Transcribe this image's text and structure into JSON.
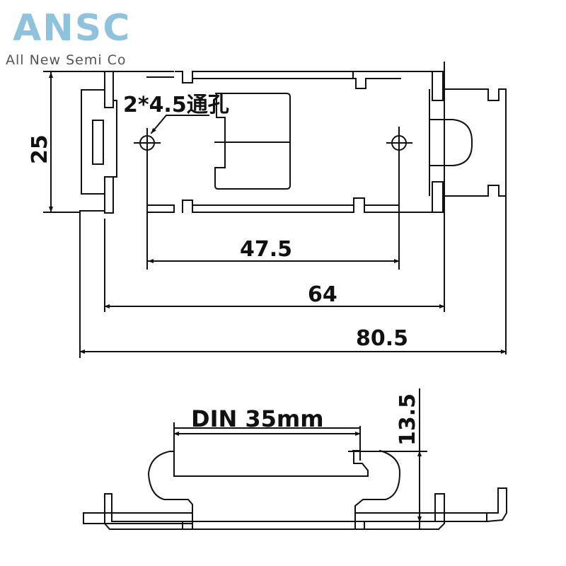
{
  "logo": {
    "mark": "ANSC",
    "company": "All New Semi Co",
    "color": "#8ec2dd"
  },
  "top_view": {
    "hole_callout": "2*4.5通孔",
    "dim_height": "25",
    "dim_hole_spacing": "47.5",
    "dim_body_width": "64",
    "dim_overall_width": "80.5"
  },
  "side_view": {
    "dim_rail": "DIN 35mm",
    "dim_height": "13.5"
  },
  "colors": {
    "line": "#111111",
    "background": "#ffffff"
  }
}
